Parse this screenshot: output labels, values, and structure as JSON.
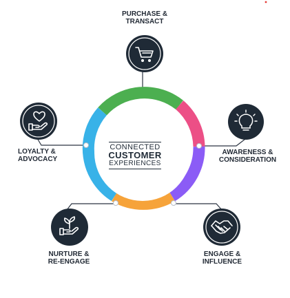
{
  "center": {
    "line1": "CONNECTED",
    "line2": "CUSTOMER",
    "line3": "EXPERIENCES"
  },
  "stages": {
    "purchase": {
      "line1": "PURCHASE &",
      "line2": "TRANSACT",
      "icon": "shopping-cart-icon"
    },
    "awareness": {
      "line1": "AWARENESS &",
      "line2": "CONSIDERATION",
      "icon": "lightbulb-icon"
    },
    "engage": {
      "line1": "ENGAGE &",
      "line2": "INFLUENCE",
      "icon": "handshake-icon"
    },
    "nurture": {
      "line1": "NURTURE &",
      "line2": "RE-ENGAGE",
      "icon": "seedling-hand-icon"
    },
    "loyalty": {
      "line1": "LOYALTY &",
      "line2": "ADVOCACY",
      "icon": "heart-hand-icon"
    }
  },
  "colors": {
    "ring_green": "#4caf50",
    "ring_pink": "#ec4f86",
    "ring_purple": "#8b5cf6",
    "ring_orange": "#f6a33a",
    "ring_blue": "#38b2e8",
    "icon_bg": "#1f2a36",
    "text": "#222a35",
    "accent_dot": "#e53935"
  }
}
